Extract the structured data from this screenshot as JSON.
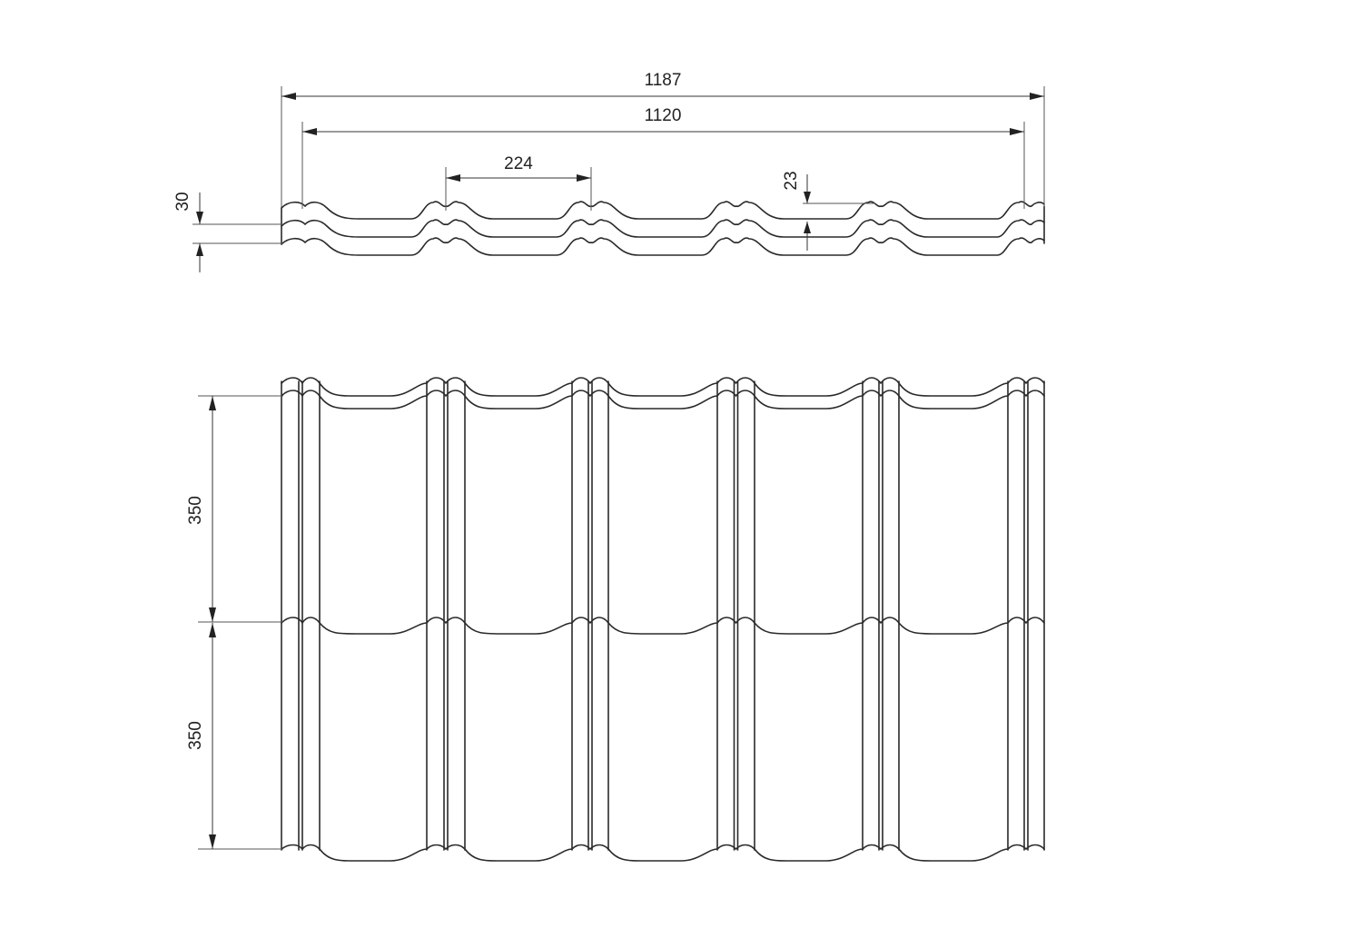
{
  "dimensions": {
    "overall_width": "1187",
    "effective_width": "1120",
    "wave_pitch": "224",
    "profile_height": "30",
    "step_height": "23",
    "row_length_top": "350",
    "row_length_bottom": "350"
  }
}
